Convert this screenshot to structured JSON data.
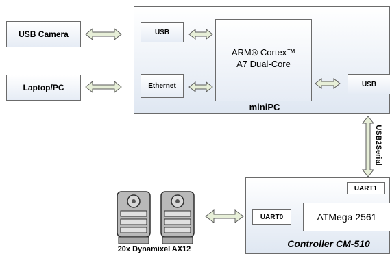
{
  "external": {
    "usb_camera": "USB Camera",
    "laptop_pc": "Laptop/PC"
  },
  "minipc": {
    "title": "miniPC",
    "usb_left": "USB",
    "ethernet": "Ethernet",
    "cpu_line1": "ARM® Cortex™",
    "cpu_line2": "A7 Dual-Core",
    "usb_right": "USB"
  },
  "link": {
    "usb2serial": "USB2Serial"
  },
  "controller": {
    "title": "Controller CM-510",
    "uart0": "UART0",
    "uart1": "UART1",
    "mcu": "ATMega 2561"
  },
  "servos": {
    "caption": "20x Dynamixel AX12"
  },
  "colors": {
    "arrow_fill": "#e7efd8",
    "arrow_stroke": "#5a5a5a",
    "box_border": "#6b6b6b"
  }
}
